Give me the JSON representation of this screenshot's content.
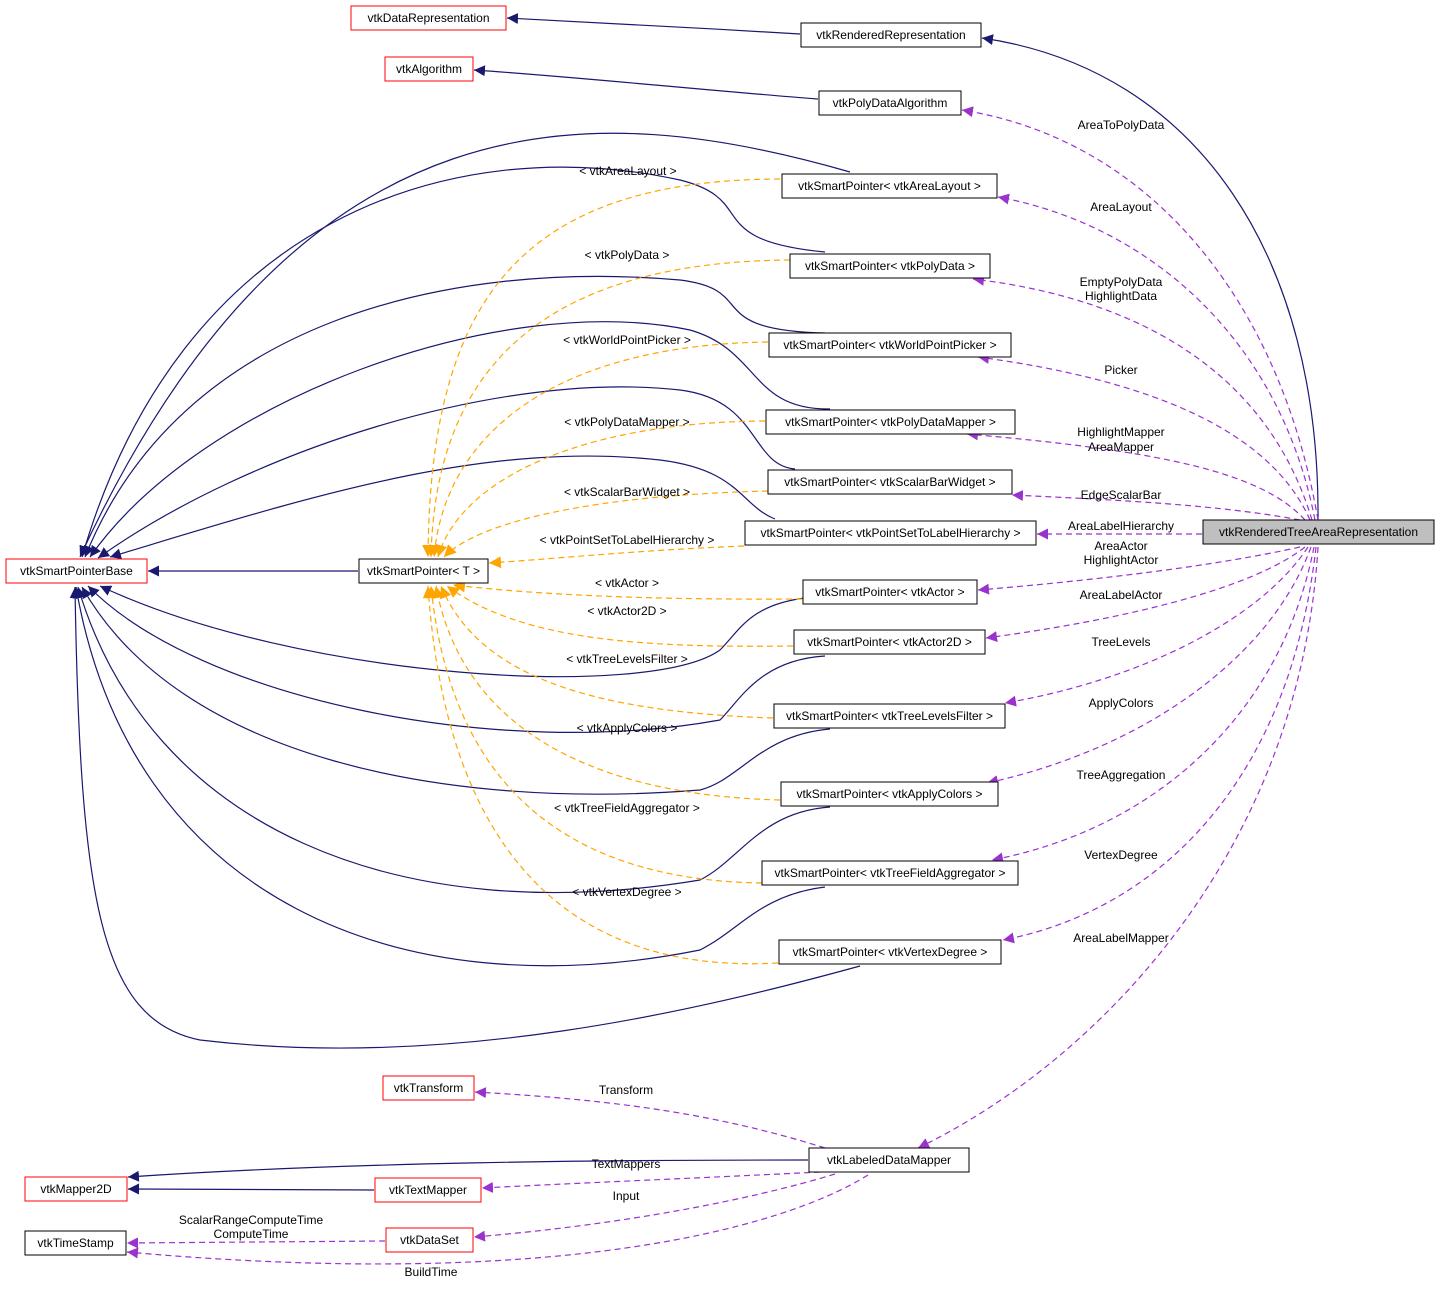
{
  "nodes": {
    "vtkDataRepresentation": "vtkDataRepresentation",
    "vtkRenderedRepresentation": "vtkRenderedRepresentation",
    "vtkAlgorithm": "vtkAlgorithm",
    "vtkPolyDataAlgorithm": "vtkPolyDataAlgorithm",
    "sp_arealayout": "vtkSmartPointer< vtkAreaLayout >",
    "sp_polydata": "vtkSmartPointer< vtkPolyData >",
    "sp_worldpointpicker": "vtkSmartPointer< vtkWorldPointPicker >",
    "sp_polydatamapper": "vtkSmartPointer< vtkPolyDataMapper >",
    "sp_scalarbarwidget": "vtkSmartPointer< vtkScalarBarWidget >",
    "sp_pointsettolabelhierarchy": "vtkSmartPointer< vtkPointSetToLabelHierarchy >",
    "vtkRenderedTreeAreaRepresentation": "vtkRenderedTreeAreaRepresentation",
    "vtkSmartPointerBase": "vtkSmartPointerBase",
    "sp_T": "vtkSmartPointer< T >",
    "sp_actor": "vtkSmartPointer< vtkActor >",
    "sp_actor2d": "vtkSmartPointer< vtkActor2D >",
    "sp_treelevelsfilter": "vtkSmartPointer< vtkTreeLevelsFilter >",
    "sp_applycolors": "vtkSmartPointer< vtkApplyColors >",
    "sp_treefieldaggregator": "vtkSmartPointer< vtkTreeFieldAggregator >",
    "sp_vertexdegree": "vtkSmartPointer< vtkVertexDegree >",
    "vtkTransform": "vtkTransform",
    "vtkLabeledDataMapper": "vtkLabeledDataMapper",
    "vtkMapper2D": "vtkMapper2D",
    "vtkTextMapper": "vtkTextMapper",
    "vtkTimeStamp": "vtkTimeStamp",
    "vtkDataSet": "vtkDataSet"
  },
  "template_labels": {
    "arealayout": "< vtkAreaLayout >",
    "polydata": "< vtkPolyData >",
    "worldpointpicker": "< vtkWorldPointPicker >",
    "polydatamapper": "< vtkPolyDataMapper >",
    "scalarbarwidget": "< vtkScalarBarWidget >",
    "pointsettolabelhierarchy": "< vtkPointSetToLabelHierarchy >",
    "actor": "< vtkActor >",
    "actor2d": "< vtkActor2D >",
    "treelevelsfilter": "< vtkTreeLevelsFilter >",
    "applycolors": "< vtkApplyColors >",
    "treefieldaggregator": "< vtkTreeFieldAggregator >",
    "vertexdegree": "< vtkVertexDegree >"
  },
  "member_labels": {
    "areatopolydata": "AreaToPolyData",
    "arealayout": "AreaLayout",
    "emptypolydata": "EmptyPolyData",
    "highlightdata": "HighlightData",
    "picker": "Picker",
    "highlightmapper": "HighlightMapper",
    "areamapper": "AreaMapper",
    "edgescalarbar": "EdgeScalarBar",
    "arealabelhierarchy": "AreaLabelHierarchy",
    "areaactor": "AreaActor",
    "highlightactor": "HighlightActor",
    "arealabelactor": "AreaLabelActor",
    "treelevels": "TreeLevels",
    "applycolors": "ApplyColors",
    "treeaggregation": "TreeAggregation",
    "vertexdegree": "VertexDegree",
    "arealabelmapper": "AreaLabelMapper",
    "transform": "Transform",
    "textmappers": "TextMappers",
    "input": "Input",
    "scalarrangecomputetime": "ScalarRangeComputeTime",
    "computetime": "ComputeTime",
    "buildtime": "BuildTime"
  },
  "colors": {
    "inheritance": "#191970",
    "template": "#ffa500",
    "usage": "#9a32cd",
    "truncated_border": "#ff0000",
    "focus_fill": "#bfbfbf"
  }
}
